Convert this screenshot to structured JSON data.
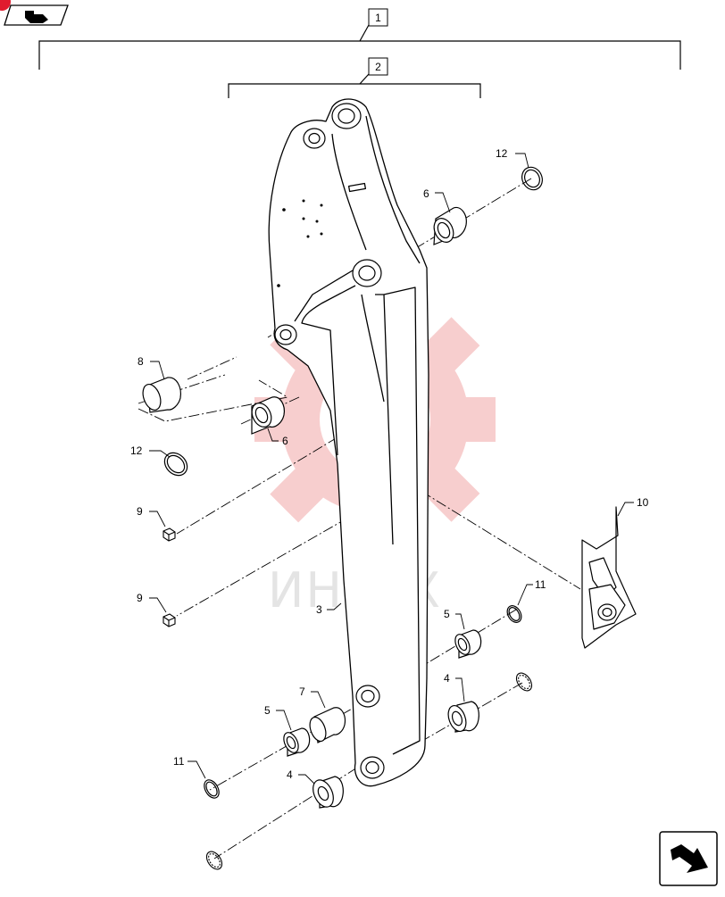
{
  "colors": {
    "line": "#000000",
    "watermark": "#f7c9c9",
    "badge": "#e01b2e"
  },
  "icons": {
    "prev": "page-arrow-icon",
    "next": "page-arrow-icon",
    "badge": "red-dot-icon"
  },
  "watermark": {
    "text": "ИНТЕХ"
  },
  "assemblies": [
    {
      "number": "1"
    },
    {
      "number": "2"
    }
  ],
  "callouts": {
    "c3": "3",
    "c4a": "4",
    "c4b": "4",
    "c5a": "5",
    "c5b": "5",
    "c6a": "6",
    "c6b": "6",
    "c7": "7",
    "c8": "8",
    "c9a": "9",
    "c9b": "9",
    "c10": "10",
    "c11a": "11",
    "c11b": "11",
    "c12a": "12",
    "c12b": "12"
  }
}
